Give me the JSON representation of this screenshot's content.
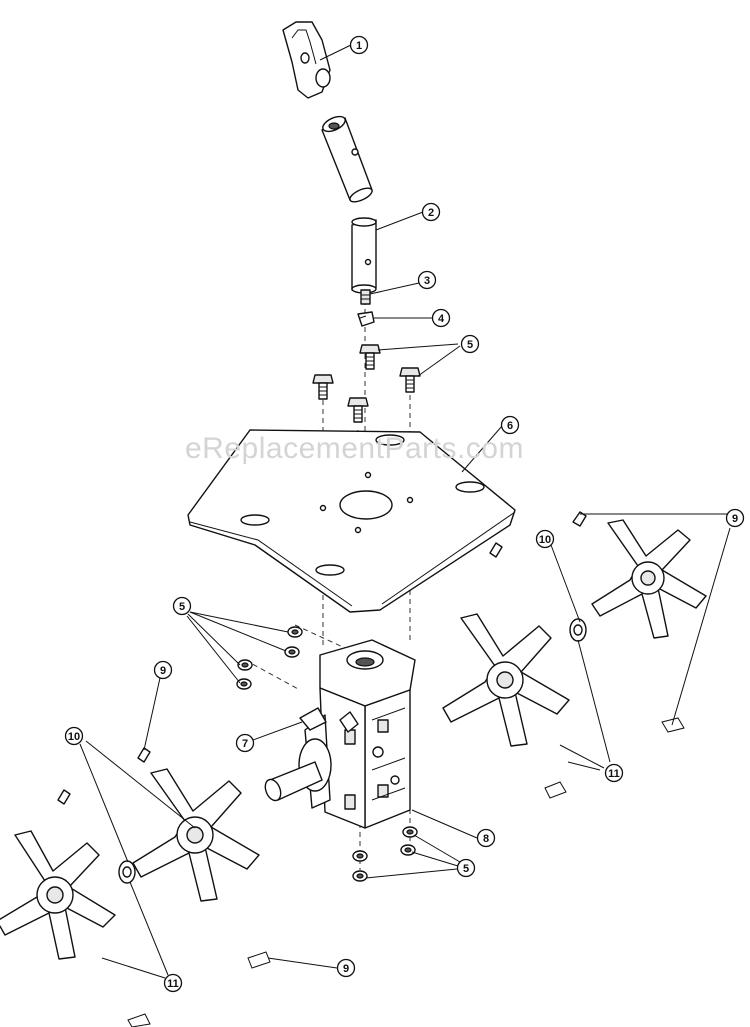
{
  "watermark": "eReplacementParts.com",
  "callouts": [
    "1",
    "2",
    "3",
    "4",
    "5",
    "5",
    "5",
    "6",
    "7",
    "8",
    "9",
    "9",
    "9",
    "10",
    "10",
    "11",
    "11"
  ]
}
